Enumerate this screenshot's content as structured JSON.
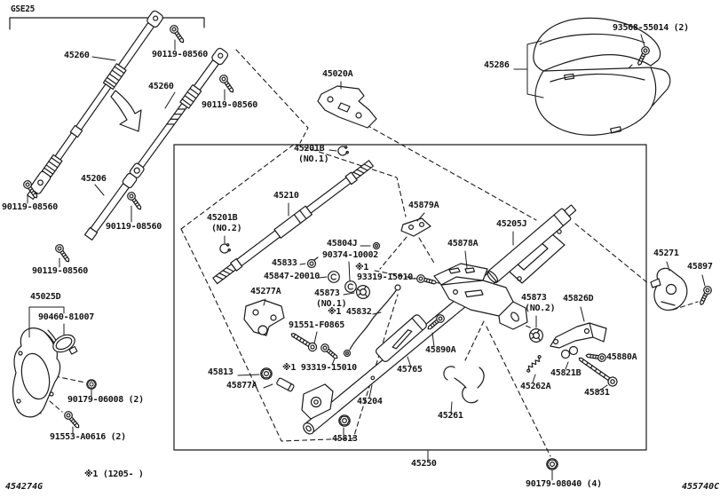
{
  "style": {
    "background": "#ffffff",
    "ink": "#1b1b1b"
  },
  "header": {
    "model_code": "GSE25"
  },
  "footer": {
    "footnote": "※1 (1205-    )",
    "code_left": "454274G",
    "code_right": "455740C",
    "figure_label": "45250"
  },
  "labels": {
    "p45260_1": {
      "text": "45260"
    },
    "p90119_1": {
      "text": "90119-08560"
    },
    "p45260_2": {
      "text": "45260"
    },
    "p90119_2": {
      "text": "90119-08560"
    },
    "p45206": {
      "text": "45206"
    },
    "p90119_3": {
      "text": "90119-08560"
    },
    "p90119_4": {
      "text": "90119-08560"
    },
    "p90119_5": {
      "text": "90119-08560"
    },
    "p45020a": {
      "text": "45020A"
    },
    "p45286": {
      "text": "45286"
    },
    "p93568": {
      "text": "93568-55014 (2)"
    },
    "p45201b_1": {
      "text": "45201B",
      "sub": "(NO.1)"
    },
    "p45210": {
      "text": "45210"
    },
    "p45201b_2": {
      "text": "45201B",
      "sub": "(NO.2)"
    },
    "p45804j": {
      "text": "45804J"
    },
    "p90374": {
      "text": "90374-10002"
    },
    "p45833": {
      "text": "45833"
    },
    "p45847": {
      "text": "45847-20010"
    },
    "p93319_1m": {
      "text": "※1"
    },
    "p93319_1": {
      "text": "93319-15010"
    },
    "p45879a": {
      "text": "45879A"
    },
    "p45878a": {
      "text": "45878A"
    },
    "p45205j": {
      "text": "45205J"
    },
    "p45873_2": {
      "text": "45873",
      "sub": "(NO.2)"
    },
    "p45826d": {
      "text": "45826D"
    },
    "p45271": {
      "text": "45271"
    },
    "p45897": {
      "text": "45897"
    },
    "p45277a": {
      "text": "45277A"
    },
    "p45873_1": {
      "text": "45873",
      "sub": "(NO.1)"
    },
    "p45832": {
      "text": "※1 45832"
    },
    "p91551": {
      "text": "91551-F0865"
    },
    "p93319_2": {
      "text": "※1 93319-15010"
    },
    "p45813_1": {
      "text": "45813"
    },
    "p45877a": {
      "text": "45877A"
    },
    "p45204": {
      "text": "45204"
    },
    "p45813_2": {
      "text": "45813"
    },
    "p45765": {
      "text": "45765"
    },
    "p45890a": {
      "text": "45890A"
    },
    "p45262a": {
      "text": "45262A"
    },
    "p45821b": {
      "text": "45821B"
    },
    "p45880a": {
      "text": "45880A"
    },
    "p45831": {
      "text": "45831"
    },
    "p45261": {
      "text": "45261"
    },
    "p45025d": {
      "text": "45025D"
    },
    "p90460": {
      "text": "90460-81007"
    },
    "p90179_1": {
      "text": "90179-06008 (2)"
    },
    "p91553": {
      "text": "91553-A0616 (2)"
    },
    "p90179_2": {
      "text": "90179-08040 (4)"
    }
  }
}
